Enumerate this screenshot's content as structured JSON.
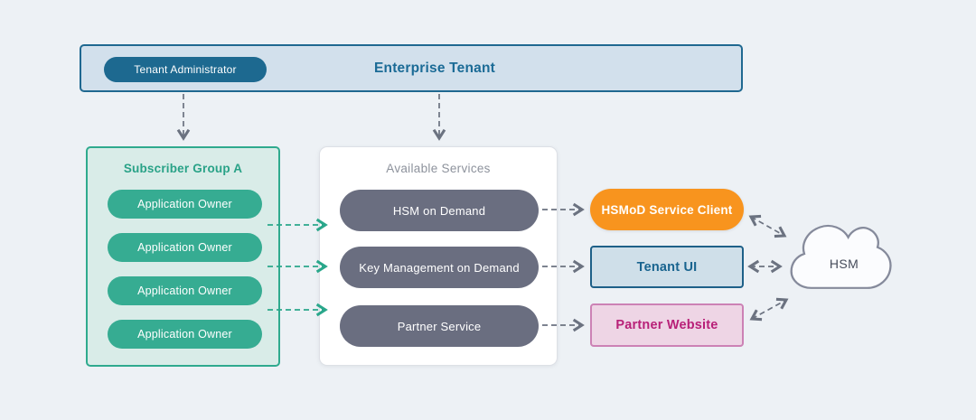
{
  "colors": {
    "page_bg": "#edf1f5",
    "ent_fill": "#d2e0ec",
    "ent_border": "#1f6890",
    "ent_title": "#1b6b96",
    "admin_bg": "#1d6990",
    "group_fill": "#d9ece8",
    "group_border": "#2faa8e",
    "group_title": "#29a287",
    "owner_bg": "#36ac92",
    "svc_fill": "#ffffff",
    "svc_border": "#dde0e6",
    "svc_title": "#8d929c",
    "svc_pill": "#6a6e80",
    "hsmod_bg": "#f8941e",
    "tui_fill": "#cfdfe9",
    "tui_border": "#1e6088",
    "tui_text": "#19648f",
    "pw_fill": "#eed5e5",
    "pw_border": "#cc82b5",
    "pw_text": "#b82078",
    "cloud_fill": "#fbfcfe",
    "cloud_stroke": "#858a9b",
    "cloud_text": "#464c5a",
    "arrow_gray": "#6b7280",
    "arrow_green": "#2aa78b"
  },
  "enterprise": {
    "title": "Enterprise Tenant",
    "admin_label": "Tenant Administrator"
  },
  "subscriber_group": {
    "title": "Subscriber Group A",
    "members": [
      "Application Owner",
      "Application Owner",
      "Application Owner",
      "Application Owner"
    ]
  },
  "available_services": {
    "title": "Available Services",
    "items": [
      "HSM on Demand",
      "Key Management on Demand",
      "Partner Service"
    ]
  },
  "clients": {
    "hsmod_label": "HSMoD Service Client",
    "tenant_ui_label": "Tenant UI",
    "partner_website_label": "Partner Website"
  },
  "hsm_cloud": {
    "label": "HSM"
  }
}
